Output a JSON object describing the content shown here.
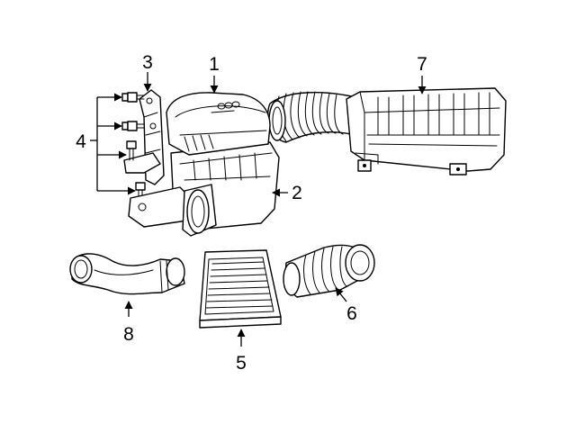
{
  "diagram": {
    "callouts": [
      {
        "id": "1",
        "label": "1"
      },
      {
        "id": "2",
        "label": "2"
      },
      {
        "id": "3",
        "label": "3"
      },
      {
        "id": "4",
        "label": "4"
      },
      {
        "id": "5",
        "label": "5"
      },
      {
        "id": "6",
        "label": "6"
      },
      {
        "id": "7",
        "label": "7"
      },
      {
        "id": "8",
        "label": "8"
      }
    ],
    "parts": [
      {
        "callout": "1",
        "depicts": "air-cleaner-cover"
      },
      {
        "callout": "2",
        "depicts": "air-cleaner-lower-housing"
      },
      {
        "callout": "3",
        "depicts": "mounting-bracket"
      },
      {
        "callout": "4",
        "depicts": "bolts"
      },
      {
        "callout": "5",
        "depicts": "air-filter-element"
      },
      {
        "callout": "6",
        "depicts": "intake-hose-coupler"
      },
      {
        "callout": "7",
        "depicts": "intake-resonator-tube"
      },
      {
        "callout": "8",
        "depicts": "inlet-duct"
      }
    ],
    "colors": {
      "line": "#000000",
      "background": "#ffffff"
    }
  }
}
